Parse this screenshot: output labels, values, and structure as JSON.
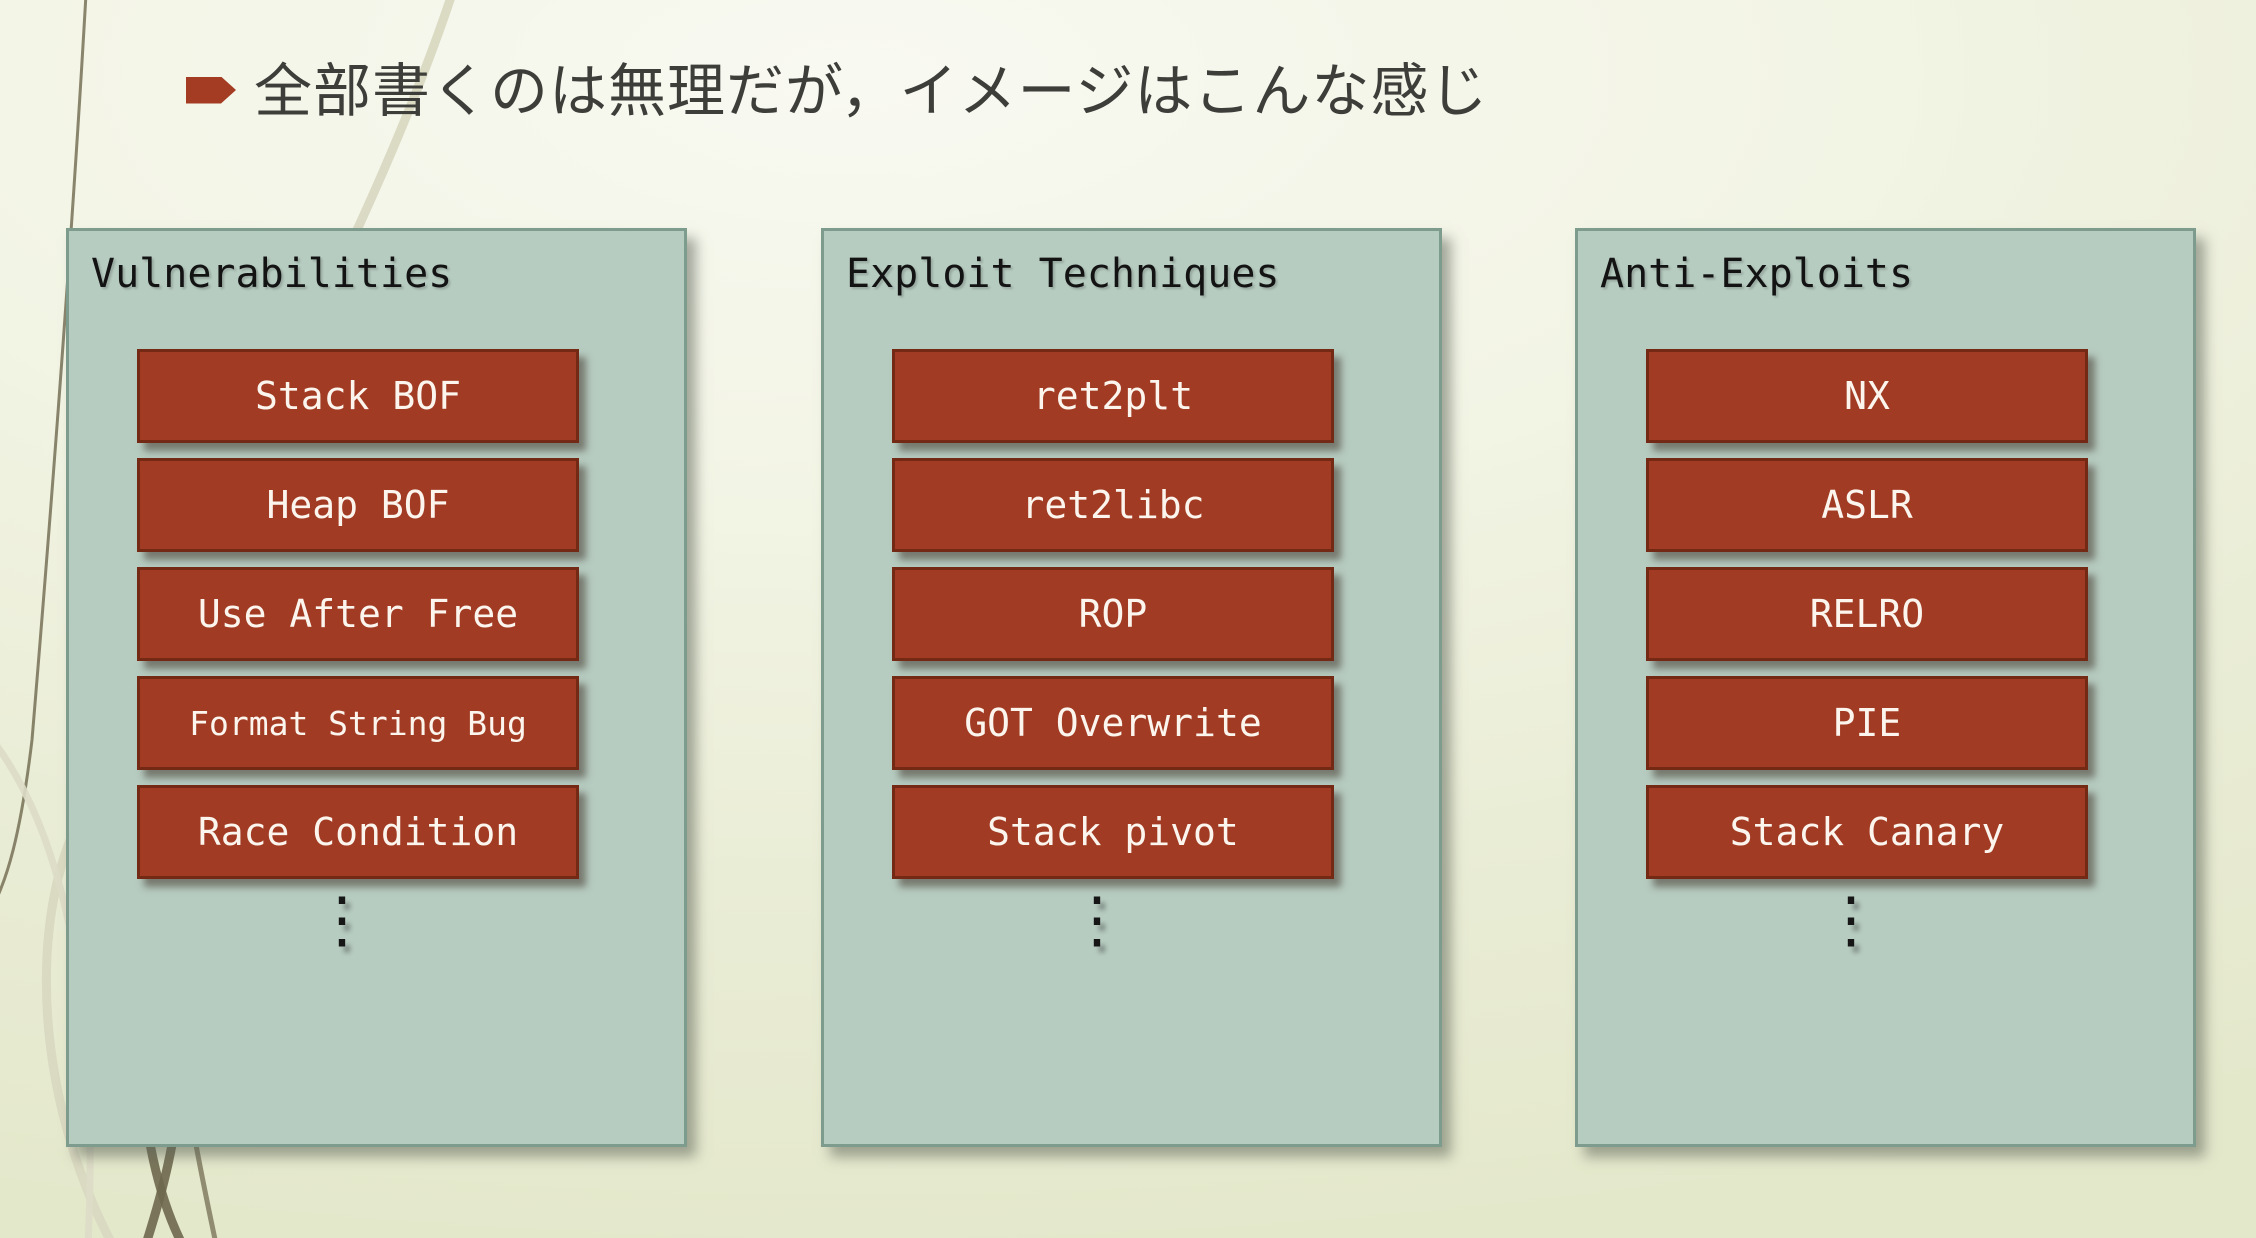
{
  "slide": {
    "title": "全部書くのは無理だが，イメージはこんな感じ",
    "bullet_icon": "pentagon-arrow-bullet",
    "colors": {
      "accent_red": "#a23b23",
      "accent_red_border": "#742915",
      "panel_sage": "#b7ccc1",
      "panel_border": "#7d9c8e",
      "background": "#edf0da",
      "title_text": "#3d3d3a",
      "box_text": "#fbf5ee"
    },
    "columns": [
      {
        "header": "Vulnerabilities",
        "items": [
          "Stack BOF",
          "Heap BOF",
          "Use After Free",
          "Format String Bug",
          "Race Condition"
        ],
        "more": "⋮"
      },
      {
        "header": "Exploit Techniques",
        "items": [
          "ret2plt",
          "ret2libc",
          "ROP",
          "GOT Overwrite",
          "Stack pivot"
        ],
        "more": "⋮"
      },
      {
        "header": "Anti-Exploits",
        "items": [
          "NX",
          "ASLR",
          "RELRO",
          "PIE",
          "Stack Canary"
        ],
        "more": "⋮"
      }
    ]
  }
}
